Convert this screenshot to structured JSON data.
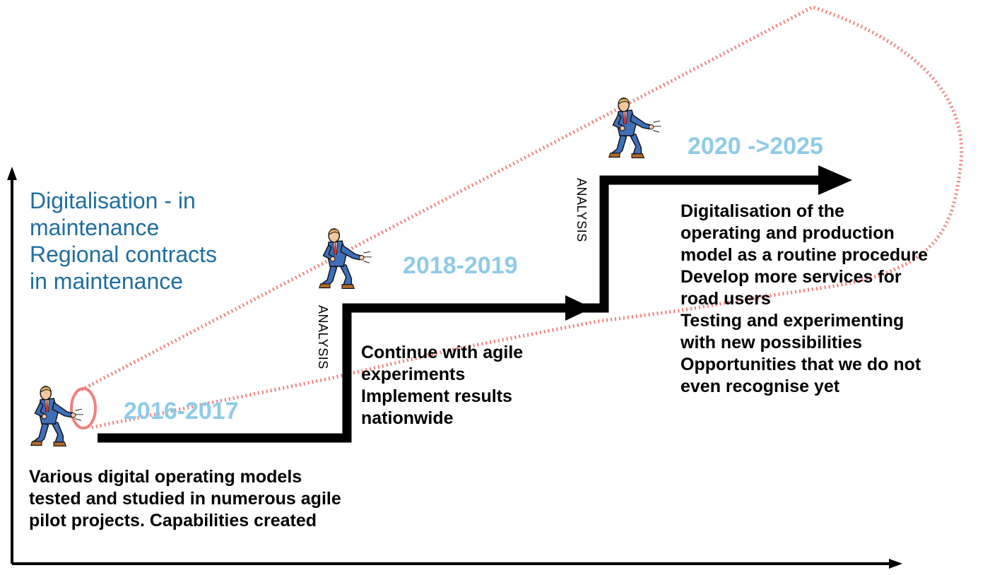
{
  "title_partial": "",
  "side_label": {
    "lines": [
      "Digitalisation - in",
      "maintenance",
      "Regional contracts",
      "in maintenance"
    ]
  },
  "stages": [
    {
      "period": "2016-2017",
      "text_lines": [
        "Various digital operating models",
        "tested and studied in numerous agile",
        "pilot projects. Capabilities created"
      ]
    },
    {
      "period": "2018-2019",
      "text_lines": [
        "Continue with agile",
        "experiments",
        "Implement results",
        "nationwide"
      ]
    },
    {
      "period": "2020 ->2025",
      "text_lines": [
        "Digitalisation of the",
        "operating and production",
        "model as a routine procedure",
        "Develop more services for",
        "road users",
        "Testing and experimenting",
        "with new possibilities",
        "Opportunities that we do not",
        "even recognise yet"
      ]
    }
  ],
  "analysis_labels": [
    "ANALYSIS",
    "ANALYSIS"
  ],
  "colors": {
    "period": "#8fcbe8",
    "side_label": "#1f6e9f",
    "dotted_cone": "#f08080",
    "staircase": "#000000",
    "figure_suit": "#3f6fb8"
  },
  "icons": [
    "businessman-figure-icon",
    "businessman-figure-icon",
    "businessman-figure-icon"
  ]
}
